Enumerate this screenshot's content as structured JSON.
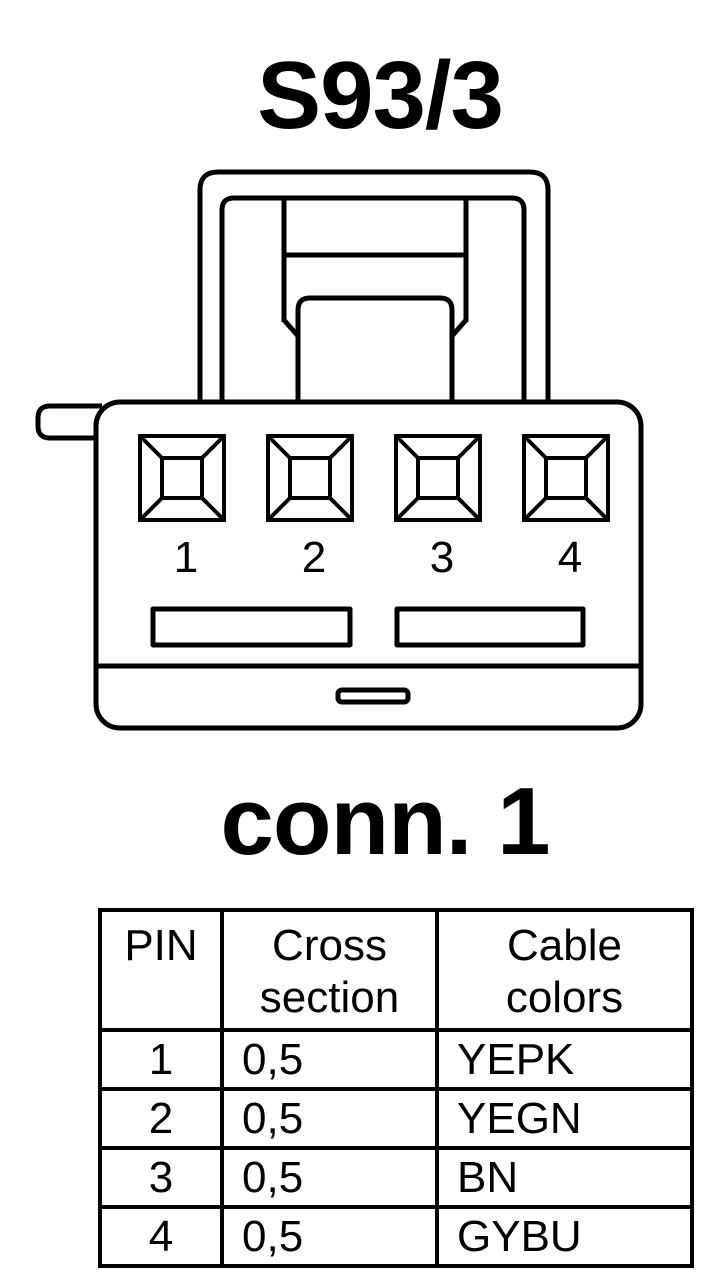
{
  "title": "S93/3",
  "connector_label": "conn. 1",
  "pin_numbers": [
    "1",
    "2",
    "3",
    "4"
  ],
  "table": {
    "headers": {
      "pin": "PIN",
      "cross_section_line1": "Cross",
      "cross_section_line2": "section",
      "cable_colors_line1": "Cable",
      "cable_colors_line2": "colors"
    },
    "rows": [
      {
        "pin": "1",
        "cross_section": "0,5",
        "color": "YEPK"
      },
      {
        "pin": "2",
        "cross_section": "0,5",
        "color": "YEGN"
      },
      {
        "pin": "3",
        "cross_section": "0,5",
        "color": "BN"
      },
      {
        "pin": "4",
        "cross_section": "0,5",
        "color": "GYBU"
      }
    ]
  }
}
